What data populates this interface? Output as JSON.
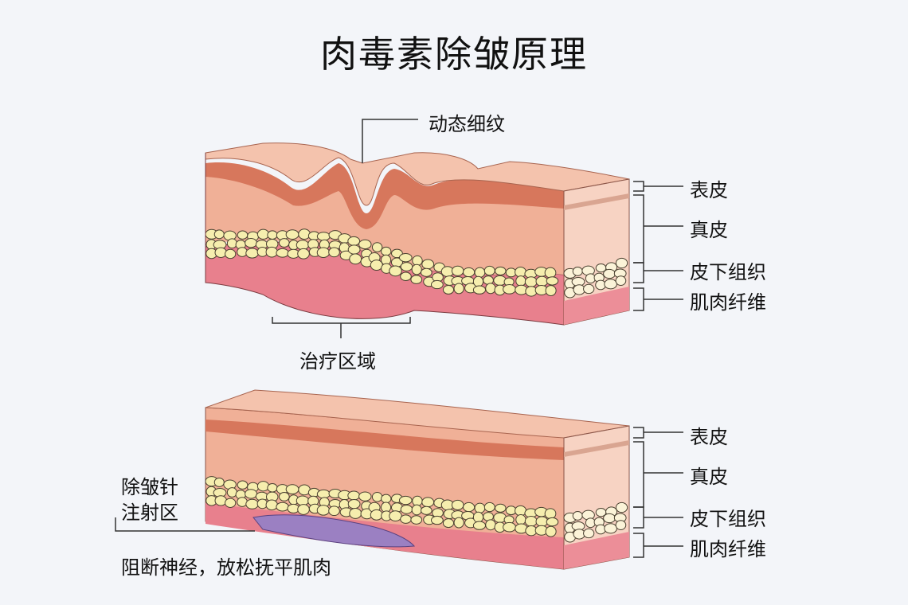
{
  "title": "肉毒素除皱原理",
  "top_diagram": {
    "callout_wrinkle": "动态细纹",
    "callout_area": "治疗区域",
    "layers": [
      "表皮",
      "真皮",
      "皮下组织",
      "肌肉纤维"
    ]
  },
  "bottom_diagram": {
    "callout_injection_line1": "除皱针",
    "callout_injection_line2": "注射区",
    "callout_effect": "阻断神经，放松抚平肌肉",
    "layers": [
      "表皮",
      "真皮",
      "皮下组织",
      "肌肉纤维"
    ]
  },
  "colors": {
    "epidermis": "#f2b9a0",
    "epidermis_dark": "#d9785e",
    "dermis": "#f1b29a",
    "side": "#f7d3c3",
    "fat": "#f6eeae",
    "muscle": "#e77d8a",
    "treated_muscle": "#9a7fc0"
  }
}
